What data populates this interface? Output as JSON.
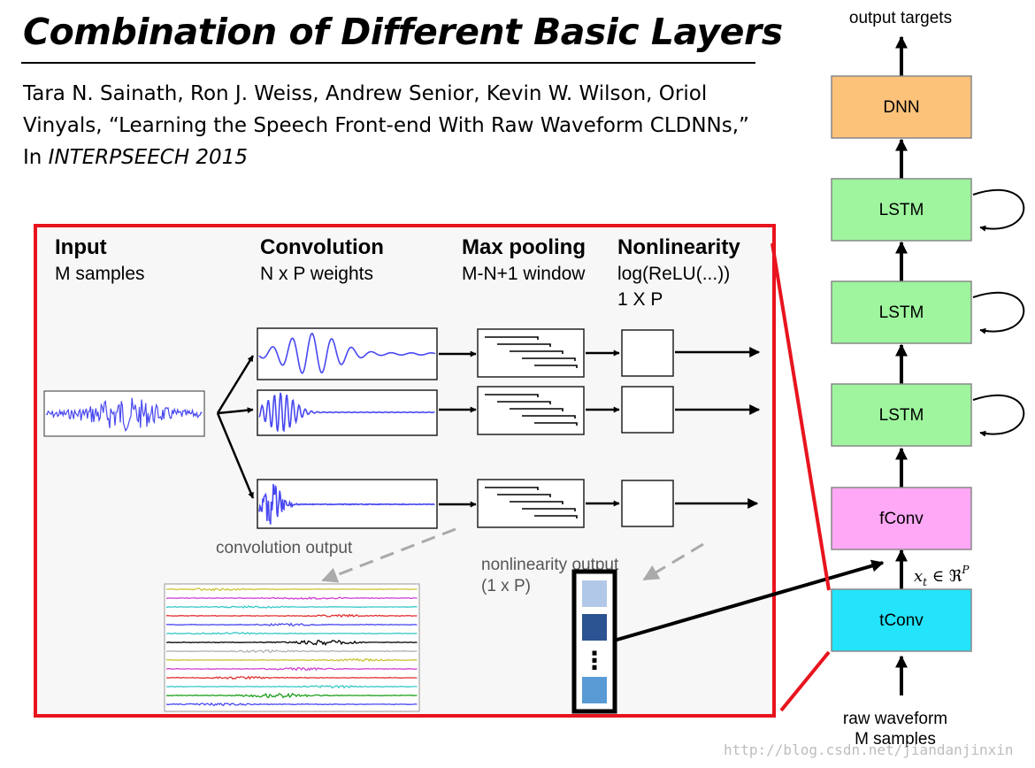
{
  "title": "Combination of Different Basic Layers",
  "citation": {
    "line1": "Tara N. Sainath, Ron J. Weiss, Andrew Senior, Kevin W. Wilson, Oriol",
    "line2": "Vinyals, “Learning the Speech Front-end With Raw Waveform CLDNNs,”",
    "line3_prefix": "In ",
    "line3_venue": "INTERPSEECH 2015"
  },
  "inset": {
    "headers": [
      {
        "title": "Input",
        "lines": [
          "M samples"
        ]
      },
      {
        "title": "Convolution",
        "lines": [
          "N x P weights"
        ]
      },
      {
        "title": "Max pooling",
        "lines": [
          "M-N+1 window"
        ]
      },
      {
        "title": "Nonlinearity",
        "lines": [
          "log(ReLU(...))",
          "1 X P"
        ]
      }
    ],
    "conv_output_label": "convolution output",
    "nonlin_output_label": "nonlinearity output",
    "nonlin_output_shape": "(1 x P)",
    "ellipsis": "⋮"
  },
  "stack": {
    "output_label": "output targets",
    "layers": [
      {
        "label": "DNN",
        "color": "#fcc27a",
        "recurrent": false
      },
      {
        "label": "LSTM",
        "color": "#9ef59e",
        "recurrent": true
      },
      {
        "label": "LSTM",
        "color": "#9ef59e",
        "recurrent": true
      },
      {
        "label": "LSTM",
        "color": "#9ef59e",
        "recurrent": true
      },
      {
        "label": "fConv",
        "color": "#ffa8f5",
        "recurrent": false
      },
      {
        "label": "tConv",
        "color": "#23e4fb",
        "recurrent": false
      }
    ],
    "xt_label": "x",
    "xt_sub": "t",
    "xt_rest": " ∈ ℜ",
    "xt_sup": "P",
    "input_label_line1": "raw waveform",
    "input_label_line2": "M samples"
  },
  "colors": {
    "highlight": "#e8141e",
    "signal": "#4848f0",
    "nonlin_cells": [
      "#b1c8e8",
      "#2b5391",
      "#5a9bd6"
    ]
  },
  "watermark": "http://blog.csdn.net/jiandanjinxin"
}
